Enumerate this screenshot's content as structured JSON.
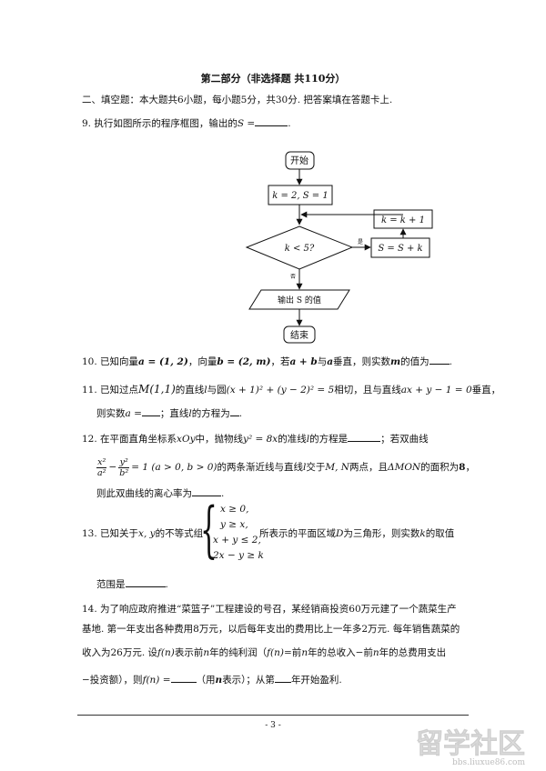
{
  "section_title": "第二部分（非选择题 共110分）",
  "section_instructions": "二、填空题：本大题共6小题，每小题5分，共30分. 把答案填在答题卡上.",
  "q9": {
    "prefix": "9. 执行如图所示的程序框图，输出的",
    "var": "S",
    "eq": " =",
    "end": "."
  },
  "flowchart": {
    "start": "开始",
    "init": "k = 2, S = 1",
    "increment": "k = k + 1",
    "condition": "k < 5?",
    "yes": "是",
    "update": "S = S + k",
    "no": "否",
    "output": "输出 S 的值",
    "end": "结束"
  },
  "q10": {
    "t1": "10.   已知向量",
    "a_def": "a = (1, 2)",
    "t2": "，向量",
    "b_def": "b = (2, m)",
    "t3": "，若",
    "ab": "a + b",
    "t4": "与",
    "a": "a",
    "t5": "垂直，则实数",
    "m": "m",
    "t6": "的值为",
    "end": "."
  },
  "q11": {
    "line1_a": "11. 已知过点",
    "point": "M(1,1)",
    "line1_b": "的直线",
    "l": "l",
    "line1_c": "与圆",
    "circle": "(x + 1)² + (y − 2)² = 5",
    "line1_d": "相切，且与直线",
    "line": "ax + y − 1 = 0",
    "line1_e": "垂直，",
    "line2_a": "则实数",
    "line2_b": "a =",
    "line2_c": "；直线",
    "line2_d": "l",
    "line2_e": "的方程为",
    "end": "."
  },
  "q12": {
    "line1_a": "12.   在平面直角坐标系",
    "xoy": "xOy",
    "line1_b": "中，抛物线",
    "parabola": "y² = 8x",
    "line1_c": "的准线",
    "l": "l",
    "line1_d": "的方程是",
    "line1_e": "；若双曲线",
    "frac1_num": "x²",
    "frac1_den": "a²",
    "minus": "−",
    "frac2_num": "y²",
    "frac2_den": "b²",
    "eq_cond": "= 1 (a > 0, b > 0)",
    "line2_b": "的两条渐近线与直线",
    "line2_c": "交于",
    "mn": "M, N",
    "line2_d": "两点，且",
    "triangle": "ΔMON",
    "line2_e": "的面积为",
    "area": "8",
    "line2_f": "，",
    "line3": "则此双曲线的离心率为",
    "end": "."
  },
  "q13": {
    "prefix": "13.   已知关于",
    "vars": "x, y",
    "mid": "的不等式组",
    "ineq1": "x ≥ 0,",
    "ineq2": "y ≥ x,",
    "ineq3": "x + y ≤ 2,",
    "ineq4": "2x − y ≥ k",
    "after_a": "所表示的平面区域",
    "D": "D",
    "after_b": "为三角形，则实数",
    "k": "k",
    "after_c": "的取值",
    "line2": "范围是",
    "end": "."
  },
  "q14": {
    "line1": "14.   为了响应政府推进“菜篮子”工程建设的号召，某经销商投资60万元建了一个蔬菜生产",
    "line2": "基地. 第一年支出各种费用8万元，以后每年支出的费用比上一年多2万元. 每年销售蔬菜的",
    "line3_a": "收入为26万元. 设",
    "fn": "f(n)",
    "line3_b": "表示前",
    "n": "n",
    "line3_c": "年的纯利润（",
    "line3_d": "=前",
    "line3_e": "年的总收入−前",
    "line3_f": "年的总费用支出",
    "line4_a": "−投资额），则",
    "line4_b": "f(n) =",
    "line4_c": "（用",
    "line4_d": "n",
    "line4_e": "表示）；从第",
    "line4_f": "年开始盈利."
  },
  "page_number": "- 3 -",
  "watermark": {
    "brand": "留学社区",
    "url": "bbs.liuxue86.com"
  }
}
